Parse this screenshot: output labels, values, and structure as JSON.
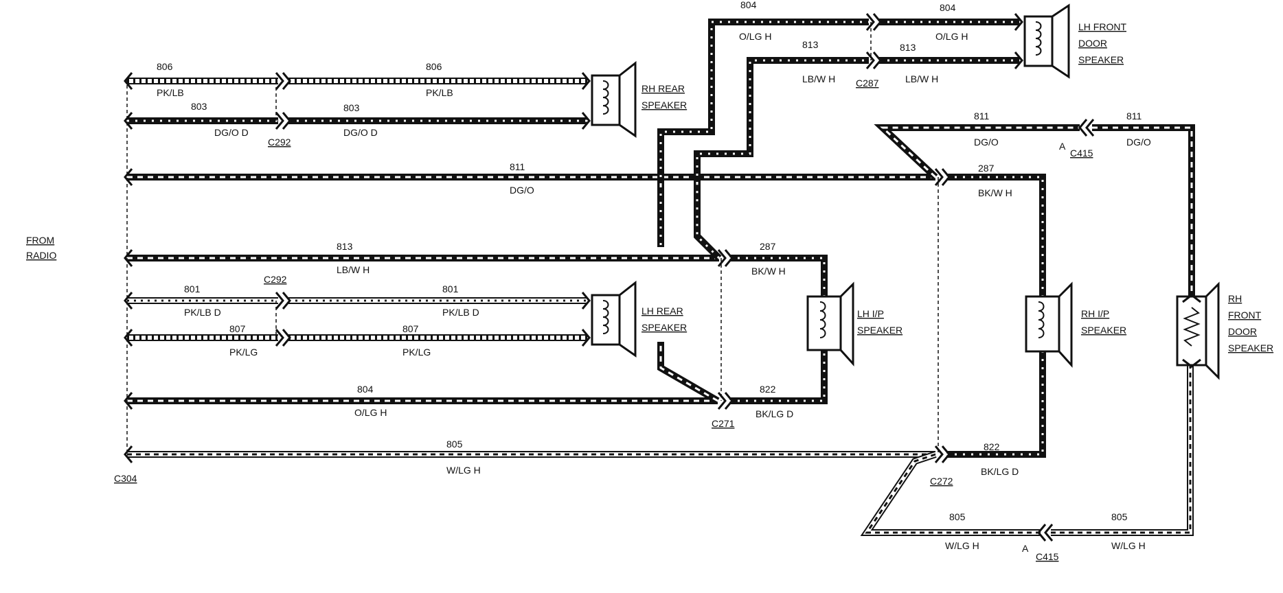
{
  "title": "",
  "source_label": [
    "FROM",
    "RADIO"
  ],
  "connectors": {
    "c292_a": "C292",
    "c292_b": "C292",
    "c304": "C304",
    "c271": "C271",
    "c272": "C272",
    "c287": "C287",
    "c415_a": "C415",
    "c415_b": "C415",
    "pin_a1": "A",
    "pin_a2": "A"
  },
  "speakers": {
    "rh_rear": [
      "RH REAR",
      "SPEAKER"
    ],
    "lh_rear": [
      "LH REAR",
      "SPEAKER"
    ],
    "lh_front_door": [
      "LH FRONT",
      "DOOR",
      "SPEAKER"
    ],
    "lh_ip": [
      "LH  I/P",
      "SPEAKER"
    ],
    "rh_ip": [
      "RH I/P",
      "SPEAKER"
    ],
    "rh_front_door": [
      "RH",
      "FRONT",
      "DOOR",
      "SPEAKER"
    ]
  },
  "wires": [
    {
      "id": "w806a",
      "circuit": "806",
      "color": "PK/LB"
    },
    {
      "id": "w806b",
      "circuit": "806",
      "color": "PK/LB"
    },
    {
      "id": "w803a",
      "circuit": "803",
      "color": "DG/O D"
    },
    {
      "id": "w803b",
      "circuit": "803",
      "color": "DG/O D"
    },
    {
      "id": "w811a",
      "circuit": "811",
      "color": "DG/O"
    },
    {
      "id": "w811b",
      "circuit": "811",
      "color": "DG/O"
    },
    {
      "id": "w811c",
      "circuit": "811",
      "color": "DG/O"
    },
    {
      "id": "w813a",
      "circuit": "813",
      "color": "LB/W H"
    },
    {
      "id": "w813b",
      "circuit": "813",
      "color": "LB/W H"
    },
    {
      "id": "w813c",
      "circuit": "813",
      "color": "LB/W H"
    },
    {
      "id": "w801a",
      "circuit": "801",
      "color": "PK/LB D"
    },
    {
      "id": "w801b",
      "circuit": "801",
      "color": "PK/LB D"
    },
    {
      "id": "w807a",
      "circuit": "807",
      "color": "PK/LG"
    },
    {
      "id": "w807b",
      "circuit": "807",
      "color": "PK/LG"
    },
    {
      "id": "w804a",
      "circuit": "804",
      "color": "O/LG H"
    },
    {
      "id": "w804b",
      "circuit": "804",
      "color": "O/LG H"
    },
    {
      "id": "w804c",
      "circuit": "804",
      "color": "O/LG H"
    },
    {
      "id": "w805a",
      "circuit": "805",
      "color": "W/LG H"
    },
    {
      "id": "w805b",
      "circuit": "805",
      "color": "W/LG H"
    },
    {
      "id": "w805c",
      "circuit": "805",
      "color": "W/LG H"
    },
    {
      "id": "w287a",
      "circuit": "287",
      "color": "BK/W H"
    },
    {
      "id": "w287b",
      "circuit": "287",
      "color": "BK/W H"
    },
    {
      "id": "w822a",
      "circuit": "822",
      "color": "BK/LG D"
    },
    {
      "id": "w822b",
      "circuit": "822",
      "color": "BK/LG D"
    }
  ]
}
